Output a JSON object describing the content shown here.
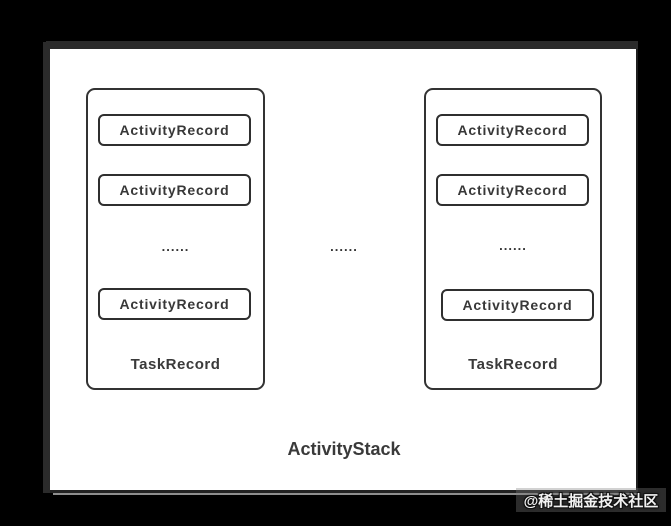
{
  "colors": {
    "background": "#000000",
    "panel": "#ffffff",
    "frame": "#2b2b2b",
    "box_border": "#2f2f2f",
    "text": "#3a3a3a"
  },
  "diagram": {
    "stack_label": "ActivityStack",
    "middle_ellipsis": "......",
    "tasks": [
      {
        "label": "TaskRecord",
        "ellipsis": "......",
        "records": [
          "ActivityRecord",
          "ActivityRecord",
          "ActivityRecord"
        ]
      },
      {
        "label": "TaskRecord",
        "ellipsis": "......",
        "records": [
          "ActivityRecord",
          "ActivityRecord",
          "ActivityRecord"
        ]
      }
    ]
  },
  "watermark": {
    "text": "@稀土掘金技术社区"
  }
}
